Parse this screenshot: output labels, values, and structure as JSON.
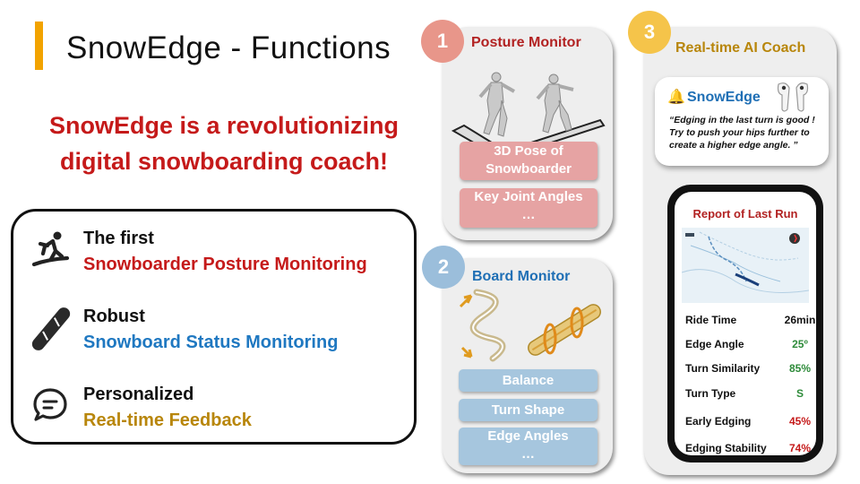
{
  "slide": {
    "title": "SnowEdge - Functions",
    "tagline_line1": "SnowEdge is a revolutionizing",
    "tagline_line2": "digital snowboarding coach!"
  },
  "features": [
    {
      "heading": "The first",
      "highlight": "Snowboarder Posture Monitoring",
      "color": "#c51a1a",
      "icon": "snowboarder-icon"
    },
    {
      "heading": "Robust",
      "highlight": "Snowboard Status Monitoring",
      "color": "#1f78c1",
      "icon": "snowboard-icon"
    },
    {
      "heading": "Personalized",
      "highlight": "Real-time Feedback",
      "color": "#b8860b",
      "icon": "chat-bubble-icon"
    }
  ],
  "panels": {
    "posture": {
      "number": "1",
      "title": "Posture Monitor",
      "items": [
        "3D Pose of Snowboarder",
        "Key Joint Angles",
        "…"
      ],
      "color": "#b22222",
      "badge_color": "#e8968a"
    },
    "board": {
      "number": "2",
      "title": "Board Monitor",
      "items": [
        "Balance",
        "Turn Shape",
        "Edge Angles",
        "…"
      ],
      "color": "#1f6fb5",
      "badge_color": "#9bbedb"
    },
    "coach": {
      "number": "3",
      "title": "Real-time AI Coach",
      "color": "#b8860b",
      "badge_color": "#f5c44a",
      "brand": "SnowEdge",
      "quote": "“Edging in the last turn is good ! Try to push your hips further to create a higher edge angle. ”",
      "report_title": "Report of Last Run",
      "stats": [
        {
          "label": "Ride Time",
          "value": "26min",
          "color": "#111111"
        },
        {
          "label": "Edge Angle",
          "value": "25º",
          "color": "#2e8b3a"
        },
        {
          "label": "Turn Similarity",
          "value": "85%",
          "color": "#2e8b3a"
        },
        {
          "label": "Turn Type",
          "value": "S",
          "color": "#2e8b3a"
        },
        {
          "label": "Early Edging",
          "value": "45%",
          "color": "#c51a1a"
        },
        {
          "label": "Edging Stability",
          "value": "74%",
          "color": "#c51a1a"
        }
      ]
    }
  }
}
